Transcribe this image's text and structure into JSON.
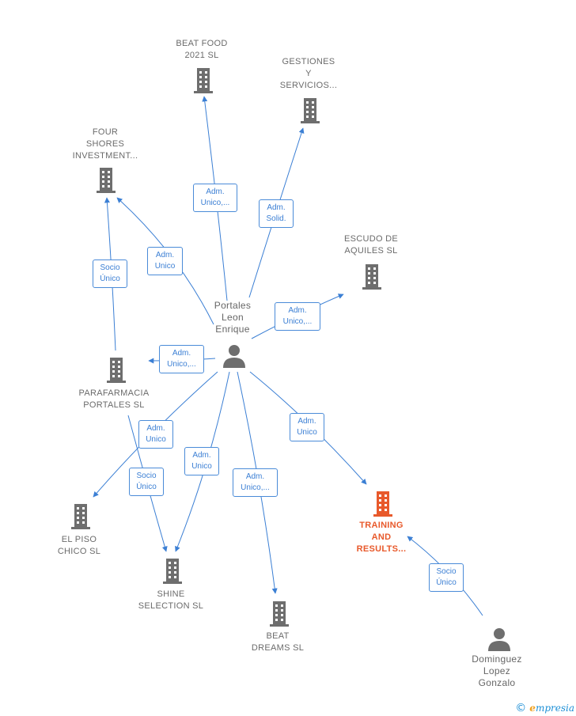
{
  "center": {
    "label": "Portales\nLeon\nEnrique",
    "icon": "person-icon"
  },
  "companies": [
    {
      "id": "beat-food",
      "label": "BEAT FOOD\n2021  SL",
      "icon": "building-icon"
    },
    {
      "id": "gestiones",
      "label": "GESTIONES\nY\nSERVICIOS...",
      "icon": "building-icon"
    },
    {
      "id": "four-shores",
      "label": "FOUR\nSHORES\nINVESTMENT...",
      "icon": "building-icon"
    },
    {
      "id": "escudo",
      "label": "ESCUDO DE\nAQUILES  SL",
      "icon": "building-icon"
    },
    {
      "id": "parafarmacia",
      "label": "PARAFARMACIA\nPORTALES SL",
      "icon": "building-icon"
    },
    {
      "id": "el-piso",
      "label": "EL PISO\nCHICO  SL",
      "icon": "building-icon"
    },
    {
      "id": "shine",
      "label": "SHINE\nSELECTION  SL",
      "icon": "building-icon"
    },
    {
      "id": "beat-dreams",
      "label": "BEAT\nDREAMS  SL",
      "icon": "building-icon"
    },
    {
      "id": "training",
      "label": "TRAINING\nAND\nRESULTS...",
      "icon": "building-icon",
      "highlight": true
    }
  ],
  "persons": [
    {
      "id": "dominguez",
      "label": "Dominguez\nLopez\nGonzalo",
      "icon": "person-icon"
    }
  ],
  "edges": [
    {
      "id": "e-beat-food",
      "label": "Adm.\nUnico,..."
    },
    {
      "id": "e-gestiones",
      "label": "Adm.\nSolid."
    },
    {
      "id": "e-four-shores",
      "label": "Adm.\nUnico"
    },
    {
      "id": "e-escudo",
      "label": "Adm.\nUnico,..."
    },
    {
      "id": "e-parafarmacia",
      "label": "Adm.\nUnico,..."
    },
    {
      "id": "e-el-piso",
      "label": "Adm.\nUnico"
    },
    {
      "id": "e-shine",
      "label": "Adm.\nUnico"
    },
    {
      "id": "e-beat-dreams",
      "label": "Adm.\nUnico,..."
    },
    {
      "id": "e-training",
      "label": "Adm.\nUnico"
    },
    {
      "id": "e-para-four",
      "label": "Socio\nÚnico"
    },
    {
      "id": "e-para-shine",
      "label": "Socio\nÚnico"
    },
    {
      "id": "e-dom-training",
      "label": "Socio\nÚnico"
    }
  ],
  "colors": {
    "edge": "#3b7fd4",
    "icon": "#6e6e6e",
    "highlight": "#e8592b"
  },
  "footer": {
    "copyright": "©",
    "brand_initial": "e",
    "brand_rest": "mpresia"
  }
}
